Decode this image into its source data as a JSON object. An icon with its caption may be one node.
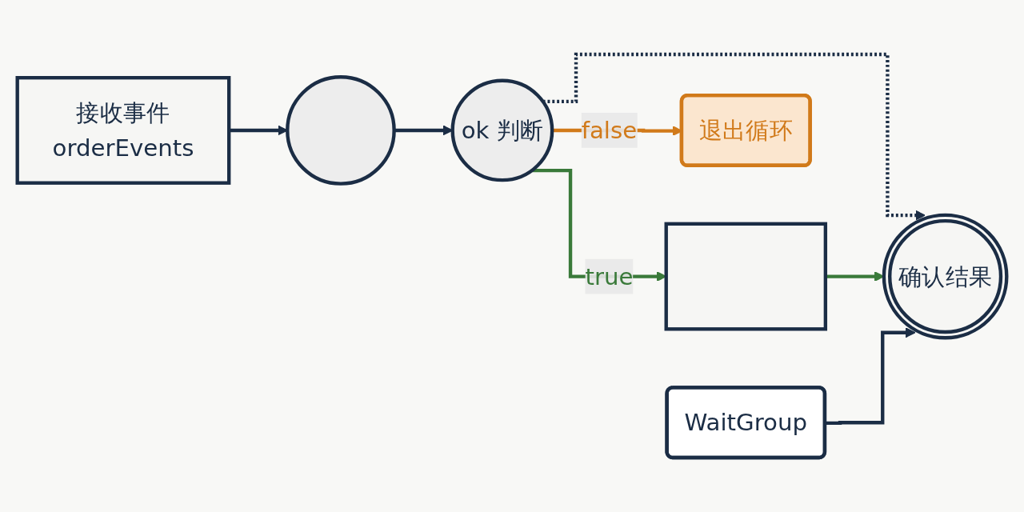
{
  "diagram": {
    "nodes": [
      {
        "text": [
          "接收事件",
          "orderEvents"
        ]
      },
      {
        "text": [],
        "shape": "circle"
      },
      {
        "text": [
          "ok 判断"
        ]
      },
      {
        "text": [],
        "shape": "box"
      },
      {
        "text": [
          "确认结果"
        ]
      },
      {
        "text": [
          "退出循环"
        ]
      },
      {
        "text": [
          "WaitGroup"
        ]
      }
    ],
    "edges": [
      {
        "from": 0,
        "to": 1,
        "arrow": "to"
      },
      {
        "from": 1,
        "to": 2,
        "arrow": "to"
      },
      {
        "from": 2,
        "to": 3,
        "arrow": "to",
        "label": "true",
        "color": "#3a7a3a"
      },
      {
        "from": 2,
        "to": 4,
        "arrow": "to",
        "style": "dashed"
      },
      {
        "from": 2,
        "to": 5,
        "arrow": "to",
        "label": "false",
        "color": "#d17a1a"
      },
      {
        "from": 3,
        "to": 4,
        "arrow": "to",
        "color": "#3a7a3a"
      },
      {
        "from": 6,
        "to": 4,
        "arrow": "to"
      }
    ]
  }
}
